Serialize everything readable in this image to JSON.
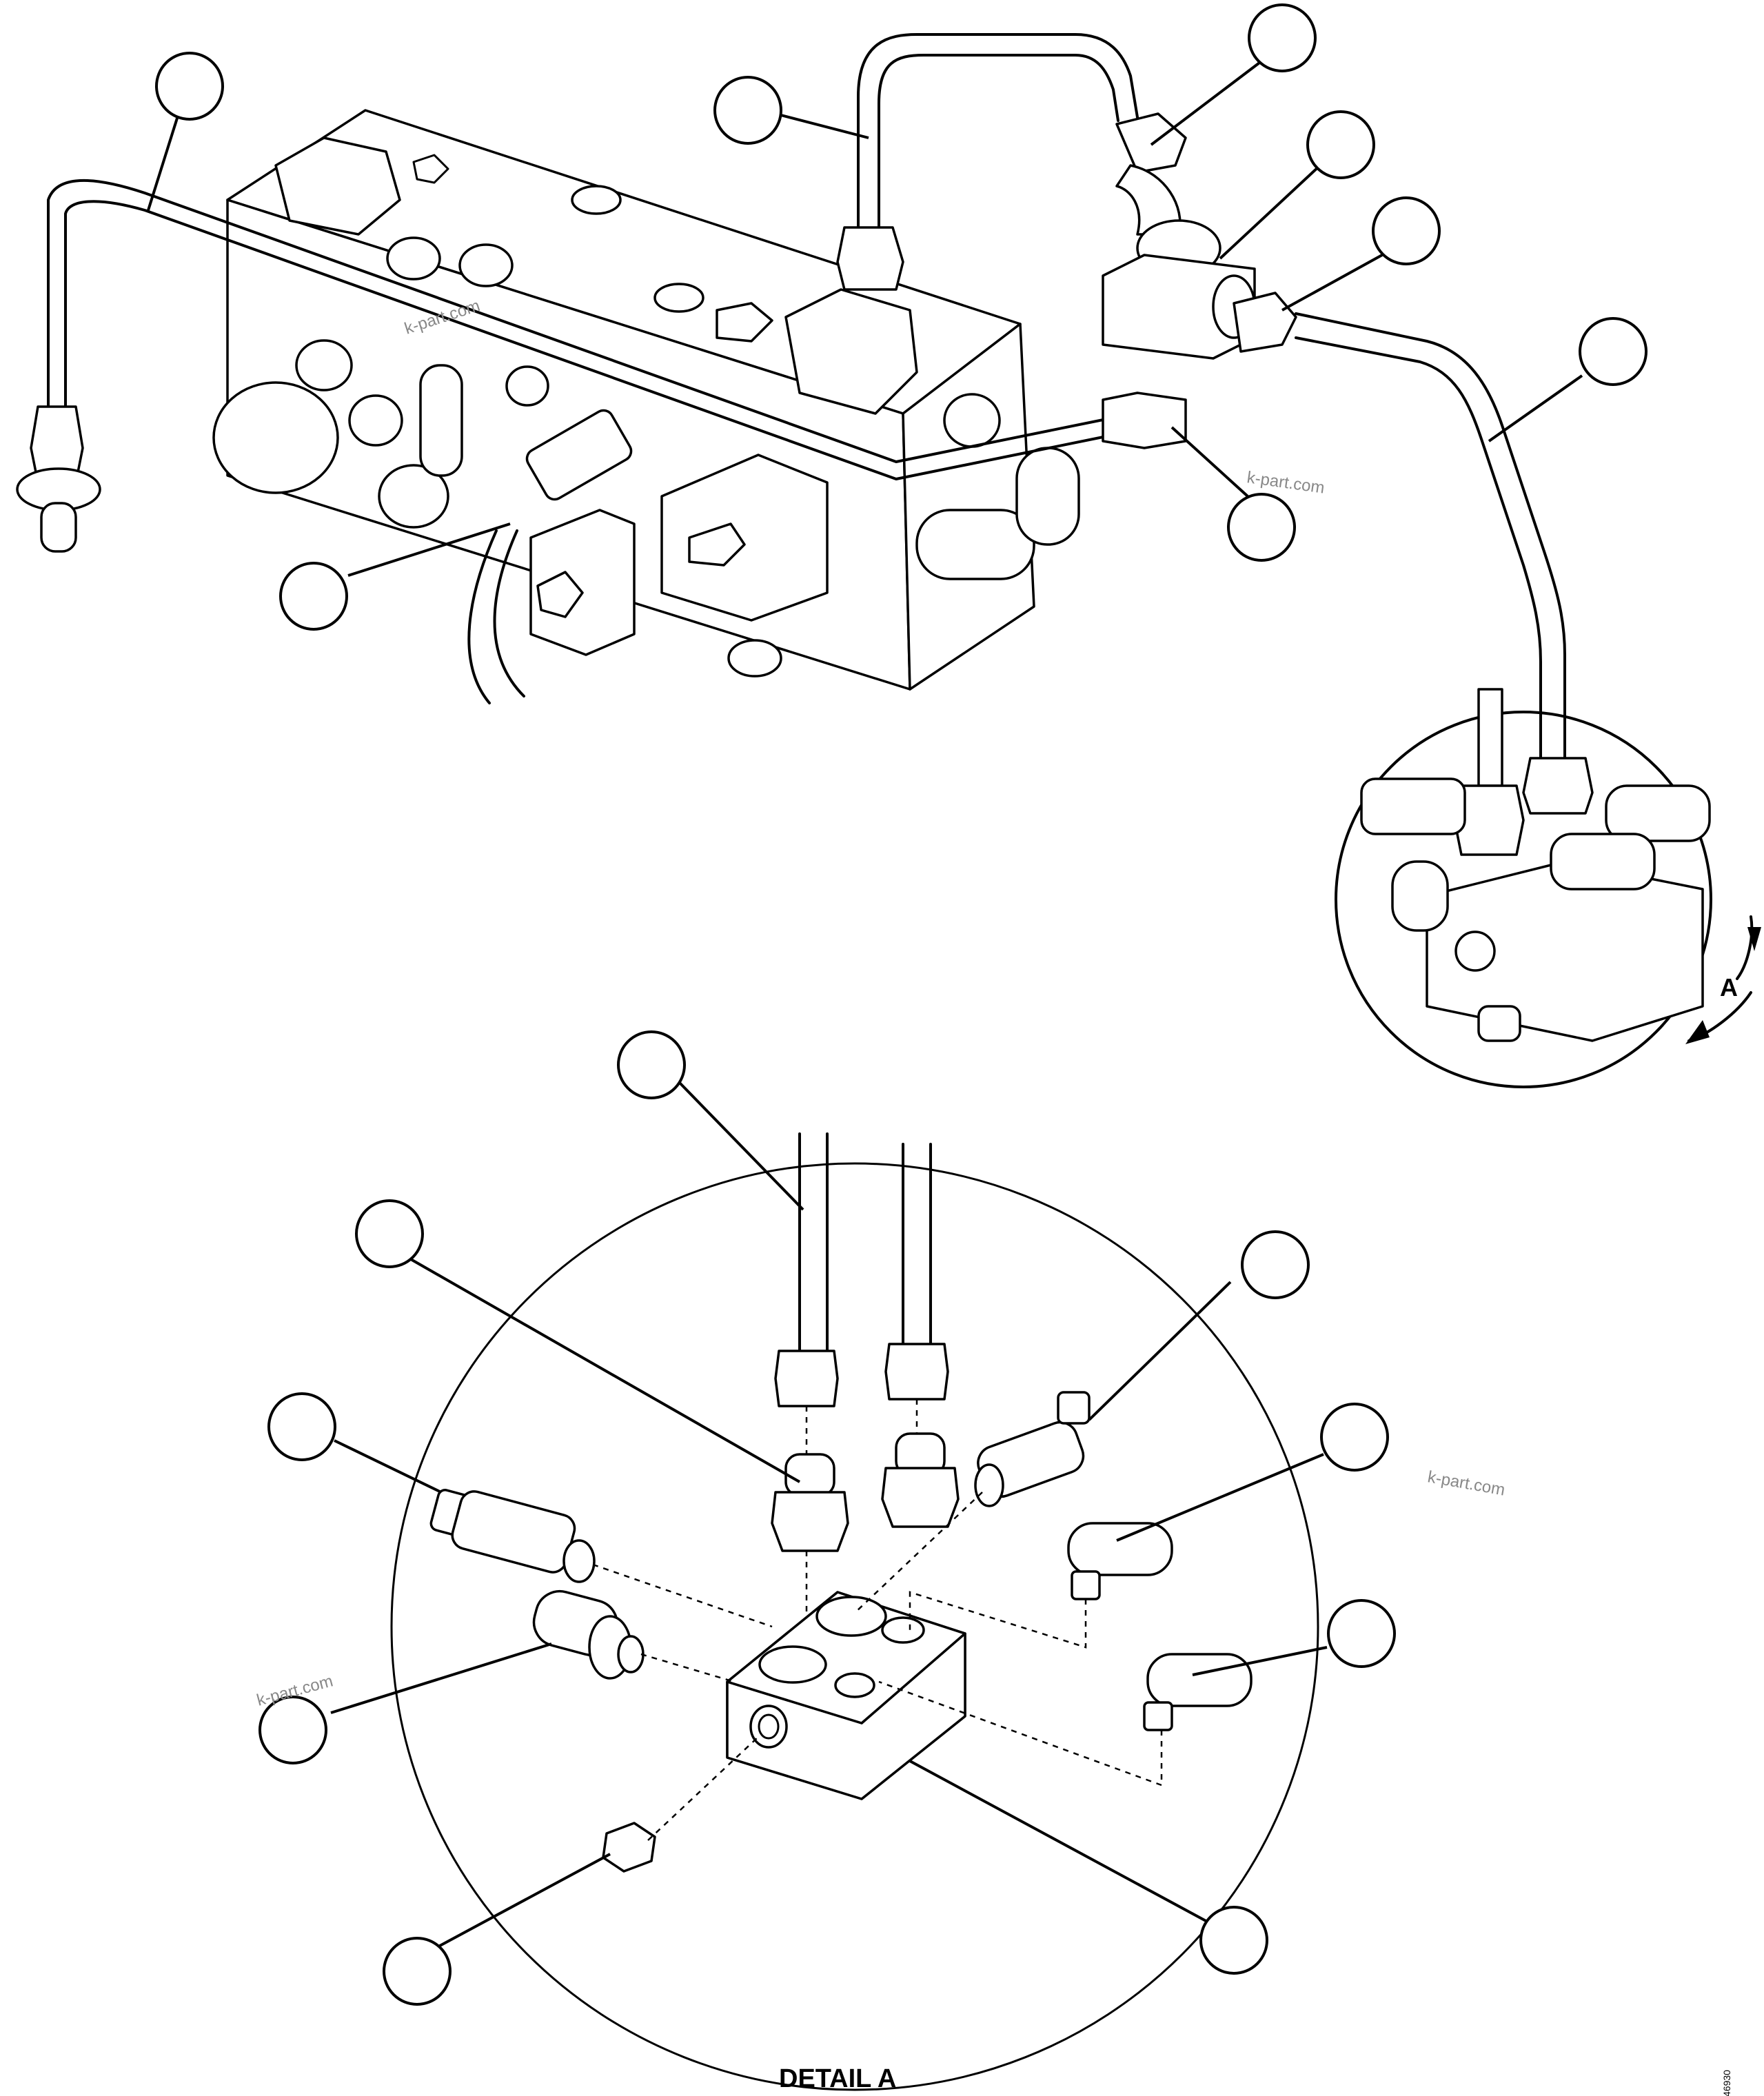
{
  "detail": {
    "view_letter": "A",
    "title": "DETAIL A"
  },
  "watermarks": [
    "k-part.com",
    "k-part.com",
    "k-part.com",
    "k-part.com"
  ],
  "figure_code": "46930"
}
